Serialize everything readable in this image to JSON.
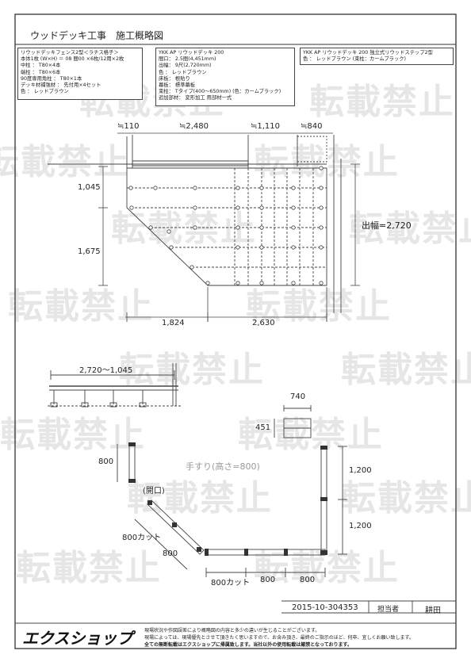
{
  "title": "ウッドデッキ工事　施工概略図",
  "watermark": "転載禁止",
  "spec_fence": [
    "リウッドデッキフェンス2型＜ラチス格子＞",
    "本体1枚 (W×H) ＝ 08 間00 ×6枚/12用×2枚",
    "中柱 ： T80×4本",
    "端柱 ： T80×6本",
    "90度専用角柱 ： T80×1本",
    "デッキ材補強材 ： 先付用×4セット",
    "色 ： レッドブラウン"
  ],
  "spec_deck": [
    "YKK AP リウッドデッキ 200",
    "間口： 2.5間(4,451mm)",
    "出幅： 9尺(2,720mm)",
    "色 ： レッドブラウン",
    "床板： 根貼り",
    "幕板： 標準幕板",
    "束柱： Tタイプ(400～650mm) (色：カームブラック)",
    "追加部材： 変形加工 用部材一式"
  ],
  "spec_step": [
    "YKK AP リウッドデッキ 200 独立式リウッドステップ2型",
    "色 ： レッドブラウン (束柱：カームブラック)"
  ],
  "plan": {
    "dim_top": [
      "≒110",
      "≒2,480",
      "≒1,110",
      "≒840"
    ],
    "dim_left": [
      "1,045",
      "1,675"
    ],
    "dim_bottom": [
      "1,824",
      "2,630"
    ],
    "depth_label": "出幅=2,720"
  },
  "side": {
    "dim": "2,720～1,045"
  },
  "step": {
    "w": "740",
    "h": "451"
  },
  "fence": {
    "gate_h": "800",
    "gate_label": "(開口)",
    "handrail": "手すり(高さ=800)",
    "right_dims": [
      "1,200",
      "1,200"
    ],
    "diag_dims": [
      "800カット",
      "800"
    ],
    "bottom_dims": [
      "800カット",
      "800",
      "800"
    ]
  },
  "footer": {
    "doc_no": "2015-10-304353",
    "staff_label": "担当者",
    "staff_name": "耕田",
    "logo": "エクスショップ",
    "note1": "現場状況や作図誤差により概略図の内容と多少の違いが生じることがございます。",
    "note2": "現場によっては、現場優先とさせて頂きたく思いますので、お含み頂き、最終のご指示のほど、何卒、宜しくお願い致します。",
    "note3": "全ての無断転載はエクスショップに帰属致します。当社以外の使用転載は厳禁となっております。"
  }
}
